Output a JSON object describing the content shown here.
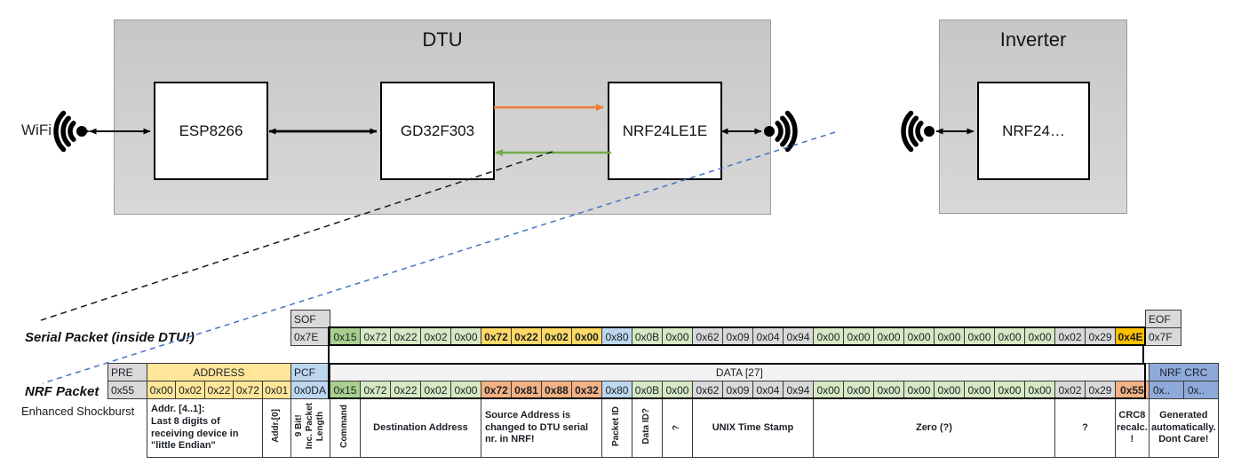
{
  "diagram": {
    "wifi_label": "WiFi",
    "dtu": {
      "title": "DTU",
      "esp": "ESP8266",
      "gd": "GD32F303",
      "nrf": "NRF24LE1E"
    },
    "inverter": {
      "title": "Inverter",
      "nrf": "NRF24…"
    }
  },
  "colors": {
    "orange_arrow": "#ED7D31",
    "green_arrow": "#70AD47",
    "blue_dashed": "#4472C4",
    "gold_highlight": "#FFC000",
    "salmon_highlight": "#F4B183"
  },
  "serial": {
    "label": "Serial Packet (inside DTU!)",
    "sof_header": "SOF",
    "sof": "0x7E",
    "eof_header": "EOF",
    "eof": "0x7F",
    "bytes": [
      {
        "v": "0x15",
        "c": "g2"
      },
      {
        "v": "0x72",
        "c": "g"
      },
      {
        "v": "0x22",
        "c": "g"
      },
      {
        "v": "0x02",
        "c": "g"
      },
      {
        "v": "0x00",
        "c": "g"
      },
      {
        "v": "0x72",
        "c": "y2"
      },
      {
        "v": "0x22",
        "c": "y2"
      },
      {
        "v": "0x02",
        "c": "y2"
      },
      {
        "v": "0x00",
        "c": "y2"
      },
      {
        "v": "0x80",
        "c": "blu"
      },
      {
        "v": "0x0B",
        "c": "g"
      },
      {
        "v": "0x00",
        "c": "g"
      },
      {
        "v": "0x62",
        "c": "gry"
      },
      {
        "v": "0x09",
        "c": "gry"
      },
      {
        "v": "0x04",
        "c": "gry"
      },
      {
        "v": "0x94",
        "c": "gry"
      },
      {
        "v": "0x00",
        "c": "g"
      },
      {
        "v": "0x00",
        "c": "g"
      },
      {
        "v": "0x00",
        "c": "g"
      },
      {
        "v": "0x00",
        "c": "g"
      },
      {
        "v": "0x00",
        "c": "g"
      },
      {
        "v": "0x00",
        "c": "g"
      },
      {
        "v": "0x00",
        "c": "g"
      },
      {
        "v": "0x00",
        "c": "g"
      },
      {
        "v": "0x02",
        "c": "gry"
      },
      {
        "v": "0x29",
        "c": "gry"
      },
      {
        "v": "0x4E",
        "c": "gold"
      }
    ]
  },
  "nrf": {
    "label": "NRF Packet",
    "sublabel": "Enhanced Shockburst",
    "headers": {
      "pre": "PRE",
      "address": "ADDRESS",
      "pcf": "PCF",
      "data": "DATA [27]",
      "crc": "NRF CRC"
    },
    "pre": "0x55",
    "address": [
      "0x00",
      "0x02",
      "0x22",
      "0x72",
      "0x01"
    ],
    "pcf": "0x0DA",
    "bytes": [
      {
        "v": "0x15",
        "c": "g2"
      },
      {
        "v": "0x72",
        "c": "g"
      },
      {
        "v": "0x22",
        "c": "g"
      },
      {
        "v": "0x02",
        "c": "g"
      },
      {
        "v": "0x00",
        "c": "g"
      },
      {
        "v": "0x72",
        "c": "sal"
      },
      {
        "v": "0x81",
        "c": "sal"
      },
      {
        "v": "0x88",
        "c": "sal"
      },
      {
        "v": "0x32",
        "c": "sal"
      },
      {
        "v": "0x80",
        "c": "blu"
      },
      {
        "v": "0x0B",
        "c": "g"
      },
      {
        "v": "0x00",
        "c": "g"
      },
      {
        "v": "0x62",
        "c": "gry"
      },
      {
        "v": "0x09",
        "c": "gry"
      },
      {
        "v": "0x04",
        "c": "gry"
      },
      {
        "v": "0x94",
        "c": "gry"
      },
      {
        "v": "0x00",
        "c": "g"
      },
      {
        "v": "0x00",
        "c": "g"
      },
      {
        "v": "0x00",
        "c": "g"
      },
      {
        "v": "0x00",
        "c": "g"
      },
      {
        "v": "0x00",
        "c": "g"
      },
      {
        "v": "0x00",
        "c": "g"
      },
      {
        "v": "0x00",
        "c": "g"
      },
      {
        "v": "0x00",
        "c": "g"
      },
      {
        "v": "0x02",
        "c": "gry"
      },
      {
        "v": "0x29",
        "c": "gry"
      },
      {
        "v": "0x55",
        "c": "sal"
      }
    ],
    "crc": [
      "0x..",
      "0x.."
    ],
    "annotations": [
      {
        "text": "Addr. [4..1]:\nLast 8 digits of receiving device in \"little Endian\"",
        "span": 4,
        "align": "left"
      },
      {
        "text": "Addr.[0]",
        "span": 1,
        "vertical": true
      },
      {
        "text": "9 Bit!\nInc. Packet\nLength",
        "span": 1,
        "vertical": true
      },
      {
        "text": "Command",
        "span": 1,
        "vertical": true
      },
      {
        "text": "Destination Address",
        "span": 4
      },
      {
        "text": "Source Address is changed to DTU serial nr. in NRF!",
        "span": 4,
        "fill": "salmon",
        "align": "left"
      },
      {
        "text": "Packet ID",
        "span": 1,
        "vertical": true
      },
      {
        "text": "Data ID?",
        "span": 1,
        "vertical": true
      },
      {
        "text": "?",
        "span": 1,
        "vertical": true
      },
      {
        "text": "UNIX Time Stamp",
        "span": 4
      },
      {
        "text": "Zero (?)",
        "span": 8
      },
      {
        "text": "?",
        "span": 2
      },
      {
        "text": "CRC8 recalc. !",
        "span": 1,
        "fill": "salmon"
      },
      {
        "text": "Generated automatically. Dont Care!",
        "span": 2
      }
    ]
  }
}
